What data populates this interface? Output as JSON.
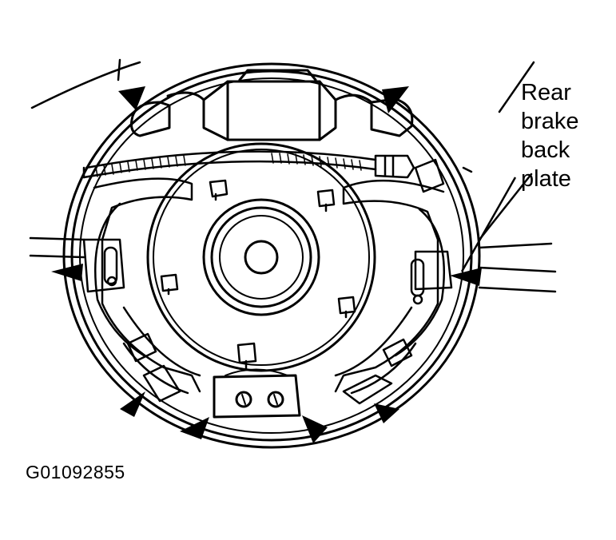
{
  "callout": {
    "lines": [
      "Rear",
      "brake",
      "back",
      "plate"
    ]
  },
  "figure_id": "G01092855",
  "colors": {
    "ink": "#000000",
    "paper": "#ffffff"
  }
}
